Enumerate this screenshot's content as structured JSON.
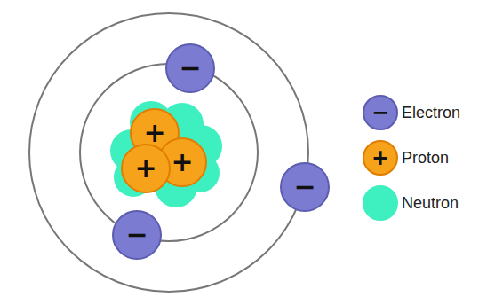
{
  "diagram": {
    "nodes": [
      {
        "text": [
          "−"
        ]
      },
      {
        "text": [
          "+"
        ]
      },
      {
        "text": [
          "+"
        ]
      },
      {
        "text": [
          "+"
        ]
      },
      {
        "text": [
          "−"
        ]
      },
      {
        "text": [
          "−"
        ]
      }
    ],
    "labels": [
      "−",
      "+"
    ],
    "legend": [
      {
        "text": "Electron",
        "color": "#7b7bd2"
      },
      {
        "text": "Proton",
        "color": "#f7a21b"
      },
      {
        "text": "Neutron",
        "color": "#3ef0c0"
      }
    ]
  }
}
